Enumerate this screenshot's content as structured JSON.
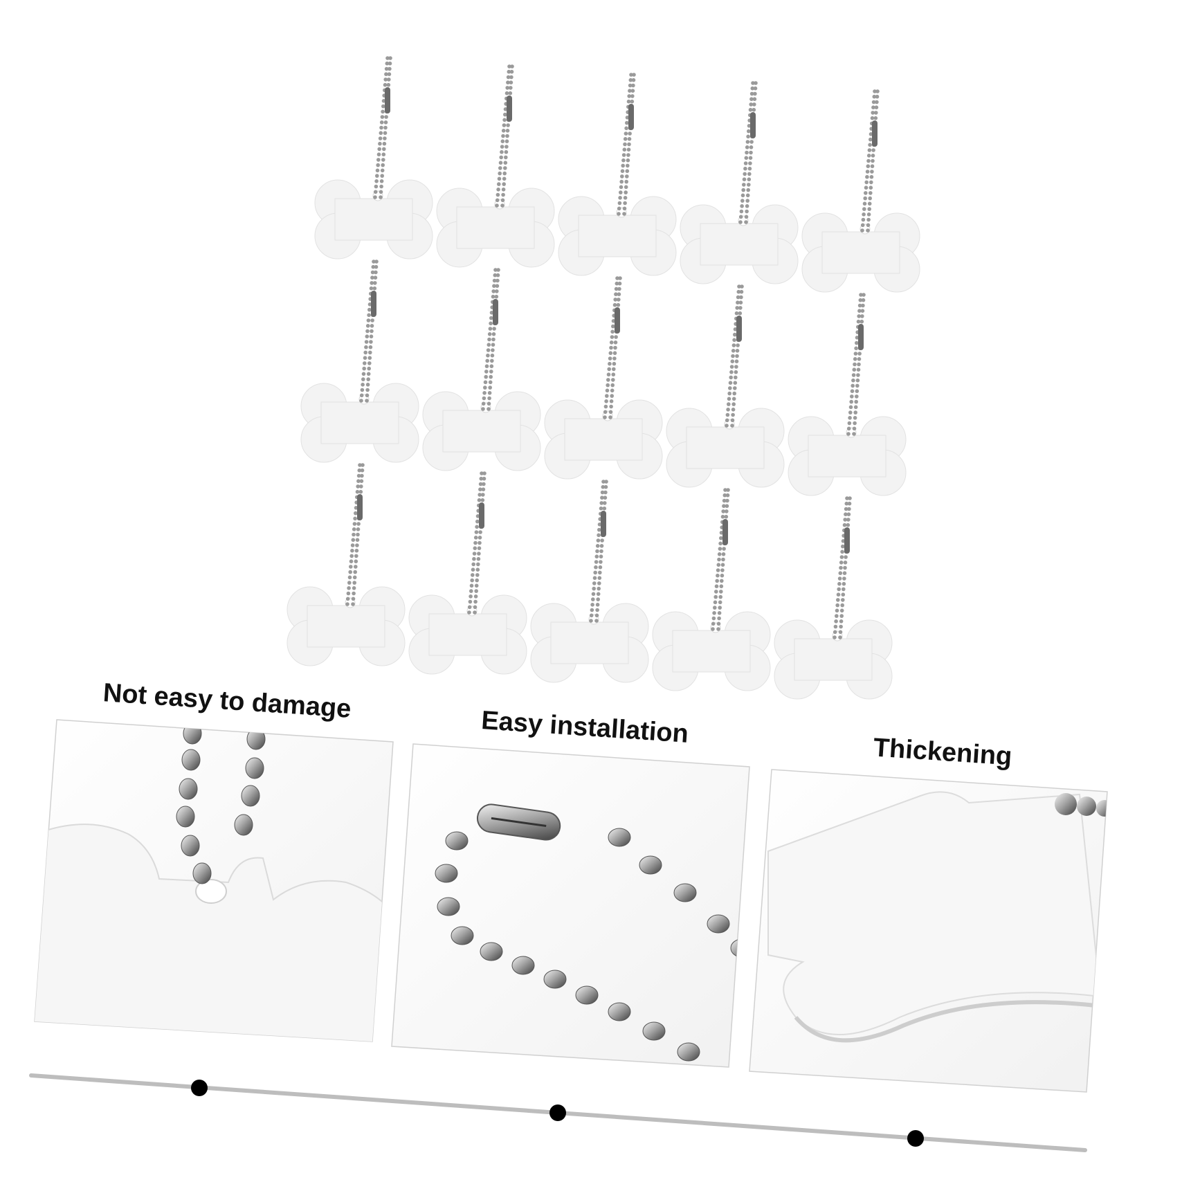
{
  "product": {
    "tag_count": 15,
    "tag_color": "#f3f3f3",
    "tag_edge_color": "#e2e2e2",
    "chain_color": "#9a9a9a",
    "shape_icon": "bone-tag-icon"
  },
  "features": [
    {
      "caption": "Not easy to damage",
      "icon": "bone-tag-with-chain-closeup"
    },
    {
      "caption": "Easy installation",
      "icon": "ball-chain-connector-closeup"
    },
    {
      "caption": "Thickening",
      "icon": "bone-tag-edge-closeup"
    }
  ],
  "timeline": {
    "line_color": "#bdbdbd",
    "dot_color": "#000000",
    "dot_count": 3
  }
}
